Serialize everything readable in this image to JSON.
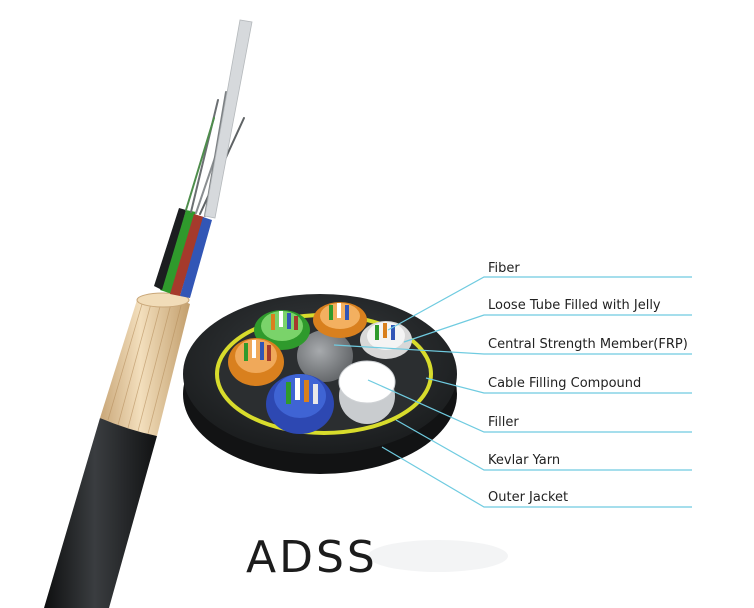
{
  "title": "ADSS",
  "labels": [
    "Fiber",
    "Loose Tube Filled with Jelly",
    "Central Strength Member(FRP)",
    "Cable Filling Compound",
    "Filler",
    "Kevlar Yarn",
    "Outer Jacket"
  ],
  "colors": {
    "leader_line": "#6fcbe0",
    "jacket": "#1f2224",
    "kevlar_ring": "#d8dc2c",
    "tube_green": "#2f9a2c",
    "tube_orange": "#d9801e",
    "tube_blue": "#2d48b2",
    "tube_white": "#d8d8d8",
    "frp": "#7a7d80",
    "filler": "#ffffff",
    "kevlar_yarn": "#e6c9a0"
  }
}
